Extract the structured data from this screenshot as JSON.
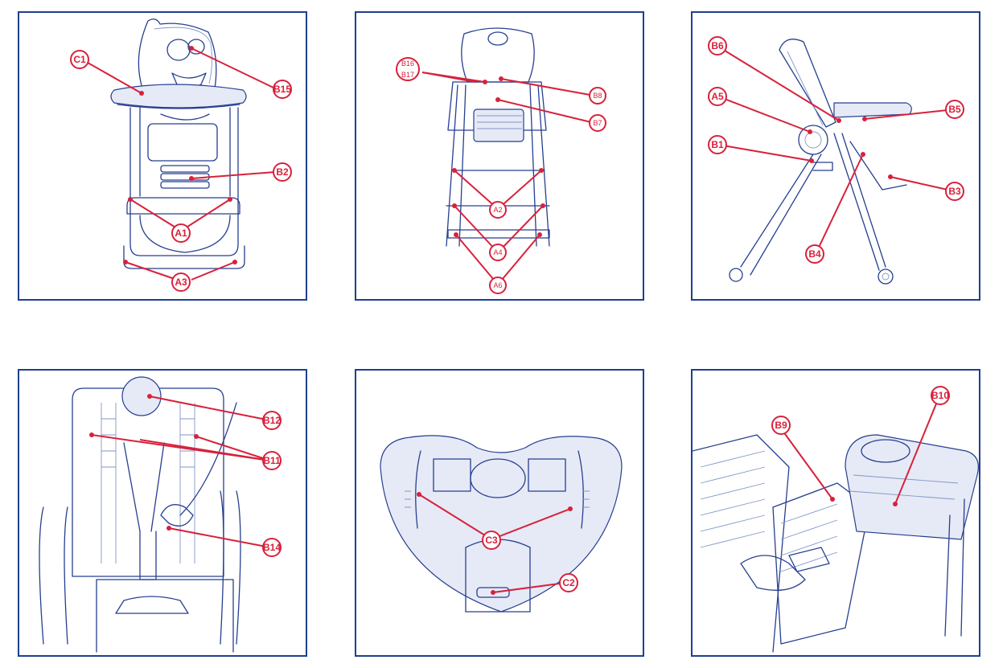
{
  "panels": [
    {
      "labels": {
        "c1": "C1",
        "b15": "B15",
        "b2": "B2",
        "a1": "A1",
        "a3": "A3"
      }
    },
    {
      "labels": {
        "b16": "B16",
        "b17": "B17",
        "b8": "B8",
        "b7": "B7",
        "a2": "A2",
        "a4": "A4",
        "a6": "A6"
      }
    },
    {
      "labels": {
        "b6": "B6",
        "a5": "A5",
        "b1": "B1",
        "b5": "B5",
        "b3": "B3",
        "b4": "B4"
      }
    },
    {
      "labels": {
        "b12": "B12",
        "b11": "B11",
        "b14": "B14"
      }
    },
    {
      "labels": {
        "c3": "C3",
        "c2": "C2"
      }
    },
    {
      "labels": {
        "b9": "B9",
        "b10": "B10"
      }
    }
  ],
  "colors": {
    "frame": "#1f3f8f",
    "callout": "#d8213b",
    "ink": "#263f90"
  }
}
